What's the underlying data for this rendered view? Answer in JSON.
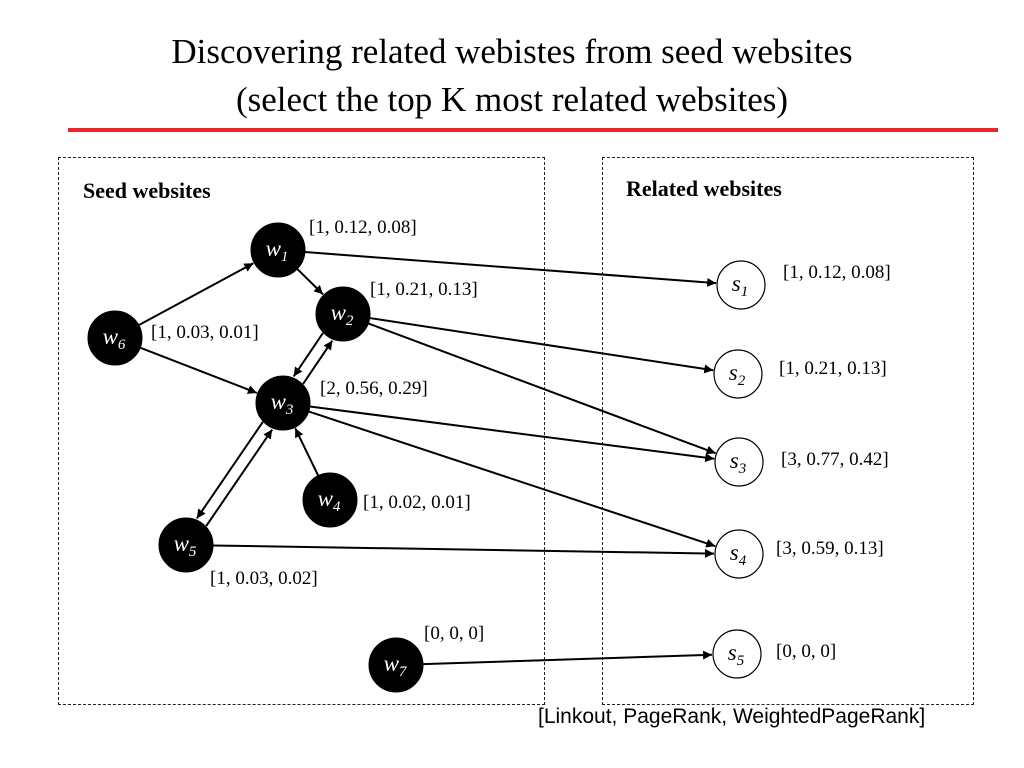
{
  "title_line1": "Discovering related webistes from seed websites",
  "title_line2": "(select the top K most related websites)",
  "seed_label": "Seed websites",
  "related_label": "Related websites",
  "footer": "[Linkout, PageRank, WeightedPageRank]",
  "accent_color": "#e8262b",
  "seed_nodes": [
    {
      "id": "w1",
      "letter": "w",
      "sub": "1",
      "vector": "[1, 0.12, 0.08]"
    },
    {
      "id": "w2",
      "letter": "w",
      "sub": "2",
      "vector": "[1, 0.21, 0.13]"
    },
    {
      "id": "w3",
      "letter": "w",
      "sub": "3",
      "vector": "[2, 0.56, 0.29]"
    },
    {
      "id": "w4",
      "letter": "w",
      "sub": "4",
      "vector": "[1, 0.02, 0.01]"
    },
    {
      "id": "w5",
      "letter": "w",
      "sub": "5",
      "vector": "[1, 0.03, 0.02]"
    },
    {
      "id": "w6",
      "letter": "w",
      "sub": "6",
      "vector": "[1, 0.03, 0.01]"
    },
    {
      "id": "w7",
      "letter": "w",
      "sub": "7",
      "vector": "[0, 0, 0]"
    }
  ],
  "related_nodes": [
    {
      "id": "s1",
      "letter": "s",
      "sub": "1",
      "vector": "[1, 0.12, 0.08]"
    },
    {
      "id": "s2",
      "letter": "s",
      "sub": "2",
      "vector": "[1, 0.21, 0.13]"
    },
    {
      "id": "s3",
      "letter": "s",
      "sub": "3",
      "vector": "[3, 0.77, 0.42]"
    },
    {
      "id": "s4",
      "letter": "s",
      "sub": "4",
      "vector": "[3, 0.59, 0.13]"
    },
    {
      "id": "s5",
      "letter": "s",
      "sub": "5",
      "vector": "[0, 0, 0]"
    }
  ],
  "edges": [
    {
      "from": "w6",
      "to": "w1"
    },
    {
      "from": "w6",
      "to": "w3"
    },
    {
      "from": "w1",
      "to": "w2"
    },
    {
      "from": "w1",
      "to": "s1"
    },
    {
      "from": "w2",
      "to": "w3"
    },
    {
      "from": "w3",
      "to": "w2"
    },
    {
      "from": "w2",
      "to": "s2"
    },
    {
      "from": "w2",
      "to": "s3"
    },
    {
      "from": "w3",
      "to": "s3"
    },
    {
      "from": "w3",
      "to": "s4"
    },
    {
      "from": "w3",
      "to": "w5"
    },
    {
      "from": "w5",
      "to": "w3"
    },
    {
      "from": "w4",
      "to": "w3"
    },
    {
      "from": "w5",
      "to": "s4"
    },
    {
      "from": "w7",
      "to": "s5"
    }
  ]
}
